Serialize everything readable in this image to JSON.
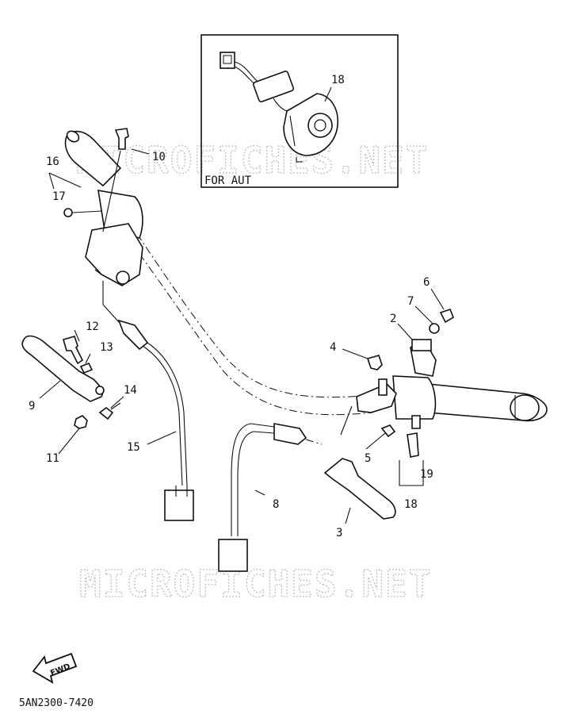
{
  "inset": {
    "label": "FOR AUT",
    "callout": "18"
  },
  "watermarks": [
    "MICROFICHES.NET",
    "MICROFICHES.NET"
  ],
  "callouts": {
    "c2": "2",
    "c3": "3",
    "c4": "4",
    "c5": "5",
    "c6": "6",
    "c7": "7",
    "c8": "8",
    "c9": "9",
    "c10": "10",
    "c11": "11",
    "c12": "12",
    "c13": "13",
    "c14": "14",
    "c15": "15",
    "c16": "16",
    "c17": "17",
    "c18": "18",
    "c19": "19"
  },
  "fwd_label": "FWD",
  "diagram_code": "5AN2300-7420"
}
